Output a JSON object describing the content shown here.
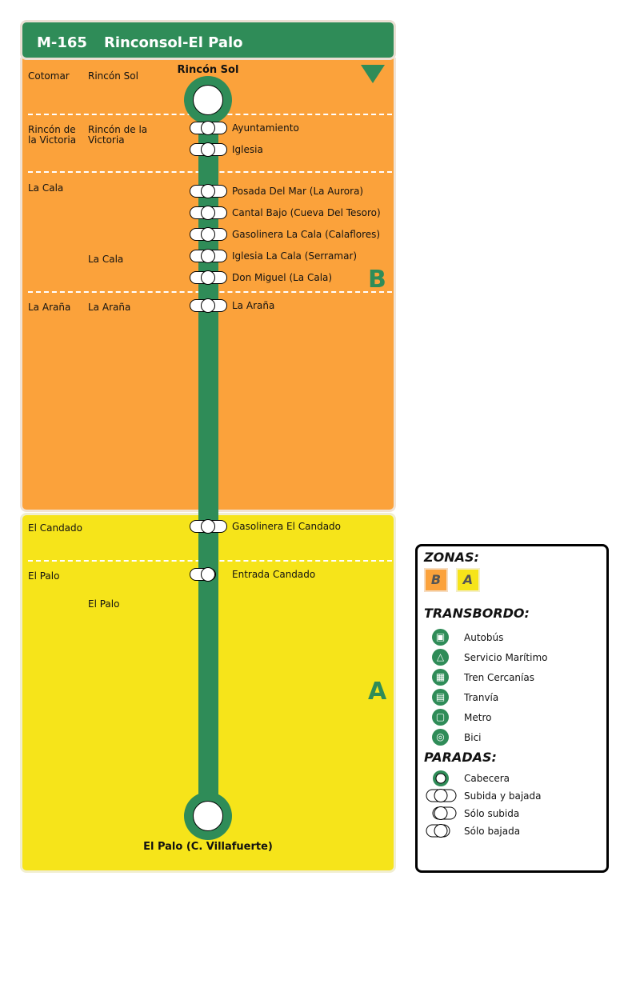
{
  "header": {
    "code": "M-165",
    "name": "Rinconsol-El Palo"
  },
  "colors": {
    "green": "#2f8c58",
    "zone_b": "#fba23b",
    "zone_a": "#f6e41a"
  },
  "direction_icon": "triangle-down-icon",
  "zones": [
    {
      "letter": "B"
    },
    {
      "letter": "A"
    }
  ],
  "municipalities": [
    "Cotomar",
    "Rincón de la Victoria",
    "La Cala",
    "La Araña",
    "El Candado",
    "El Palo"
  ],
  "zone_names": [
    "Rincón Sol",
    "Rincón de la Victoria",
    "La Cala",
    "La Araña",
    "El Palo"
  ],
  "terminals": {
    "start": "Rincón Sol",
    "end": "El Palo (C. Villafuerte)"
  },
  "stops": [
    {
      "name": "Ayuntamiento",
      "type": "Subida y bajada"
    },
    {
      "name": "Iglesia",
      "type": "Subida y bajada"
    },
    {
      "name": "Posada Del Mar (La Aurora)",
      "type": "Subida y bajada"
    },
    {
      "name": "Cantal Bajo (Cueva Del Tesoro)",
      "type": "Subida y bajada"
    },
    {
      "name": "Gasolinera La Cala (Calaflores)",
      "type": "Subida y bajada"
    },
    {
      "name": "Iglesia La Cala (Serramar)",
      "type": "Subida y bajada"
    },
    {
      "name": "Don Miguel (La Cala)",
      "type": "Subida y bajada"
    },
    {
      "name": "La Araña",
      "type": "Subida y bajada"
    },
    {
      "name": "Gasolinera El Candado",
      "type": "Subida y bajada"
    },
    {
      "name": "Entrada Candado",
      "type": "Sólo bajada"
    }
  ],
  "legend": {
    "zonas_title": "ZONAS:",
    "zonas": [
      "B",
      "A"
    ],
    "transbordo_title": "TRANSBORDO:",
    "transbordo": [
      {
        "label": "Autobús",
        "icon": "bus-icon"
      },
      {
        "label": "Servicio Marítimo",
        "icon": "ferry-icon"
      },
      {
        "label": "Tren Cercanías",
        "icon": "train-icon"
      },
      {
        "label": "Tranvía",
        "icon": "tram-icon"
      },
      {
        "label": "Metro",
        "icon": "metro-icon"
      },
      {
        "label": "Bici",
        "icon": "bike-icon"
      }
    ],
    "paradas_title": "PARADAS:",
    "paradas": [
      "Cabecera",
      "Subida y bajada",
      "Sólo subida",
      "Sólo bajada"
    ]
  }
}
